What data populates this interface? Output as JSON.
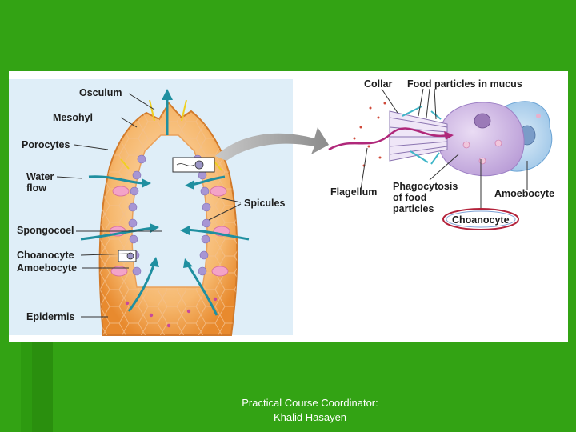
{
  "slide": {
    "background_color": "#33a314",
    "footer": {
      "line1": "Practical Course Coordinator:",
      "line2": "Khalid Hasayen"
    }
  },
  "diagram": {
    "left_labels": {
      "osculum": "Osculum",
      "mesohyl": "Mesohyl",
      "porocytes": "Porocytes",
      "water_flow_line1": "Water",
      "water_flow_line2": "flow",
      "spicules": "Spicules",
      "spongocoel": "Spongocoel",
      "choanocyte": "Choanocyte",
      "amoebocyte": "Amoebocyte",
      "epidermis": "Epidermis"
    },
    "right_labels": {
      "collar": "Collar",
      "food_particles": "Food particles in mucus",
      "flagellum": "Flagellum",
      "phagocytosis_line1": "Phagocytosis",
      "phagocytosis_line2": "of food",
      "phagocytosis_line3": "particles",
      "amoebocyte": "Amoebocyte",
      "choanocyte": "Choanocyte"
    },
    "colors": {
      "sponge_body": "#f2a04a",
      "water_arrow": "#1f8fa0",
      "choanocyte_cell": "#c9b0e0",
      "amoebocyte_cell": "#a9cdea",
      "flagellum": "#b0287a"
    }
  }
}
